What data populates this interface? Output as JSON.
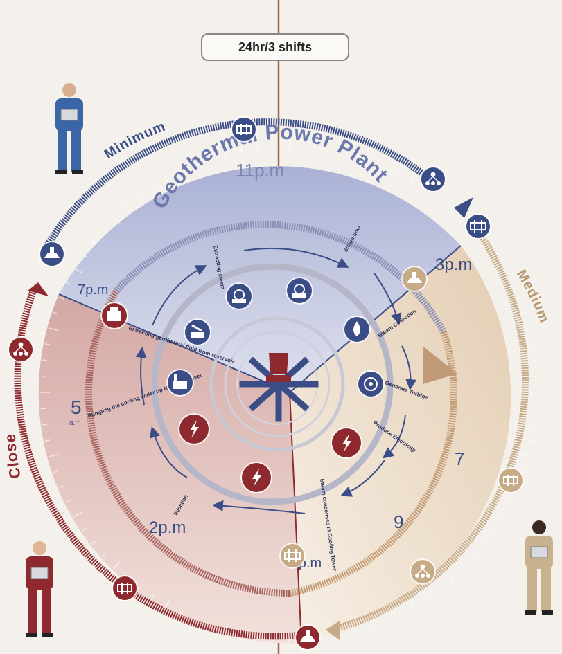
{
  "header": {
    "shifts_label": "24hr/3 shifts"
  },
  "plant": {
    "title": "Geothermal Power Plant"
  },
  "shift_labels": {
    "minimum": "Minimum",
    "medium": "Medium",
    "close": "Close"
  },
  "times": {
    "t11pm_top": "11p.m",
    "t3pm": "3p.m",
    "t7pm": "7p.m",
    "t5am": "5",
    "t5am_suffix": "a.m",
    "t2pm": "2p.m",
    "t9": "9",
    "t7": "7",
    "t11pm_bottom": "11p.m"
  },
  "steps": {
    "s_top_left": "Extracting steam",
    "s_top_right": "Steam flow",
    "s_steam_collection": "Steam Collection",
    "s_generate_turbine": "Generate Turbine",
    "s_produce_electricity": "Produce Electricity",
    "s_cooling_tower": "Steam condenses in Cooling Tower",
    "s_injection": "Injection",
    "s_pumping_cooling": "Pumping the cooling water up to ground level",
    "s_extracting_fluid": "Extracting geothermal fluid from reservoir"
  },
  "icons": {
    "outer_top": "meal-icon",
    "outer_top_right": "network-icon",
    "outer_right_upper": "pipe-icon",
    "outer_left_upper": "wellhead-icon",
    "outer_left_mid": "network-icon",
    "outer_right_mid": "meal-icon",
    "outer_bottom_right": "network-icon",
    "outer_bottom_left": "meal-icon",
    "outer_bottom": "wellhead-icon",
    "ring_left_top": "plant-icon",
    "ring_right_top": "wellhead-icon",
    "ring_bottom": "pipe-icon",
    "inner_1": "valve-icon",
    "inner_2": "valve-icon",
    "inner_3": "water-drop-icon",
    "inner_4": "turbine-icon",
    "inner_5": "lightning-icon",
    "inner_6": "lightning-icon",
    "inner_7": "lightning-icon",
    "inner_8": "factory-icon",
    "inner_9": "pump-icon"
  },
  "colors": {
    "navy": "#3a4d86",
    "maroon": "#8e2a2f",
    "tan": "#c7aa86",
    "pale_blue": "#c9cde3",
    "pale_red": "#e2c0bd",
    "pale_tan": "#ecdcc9"
  }
}
